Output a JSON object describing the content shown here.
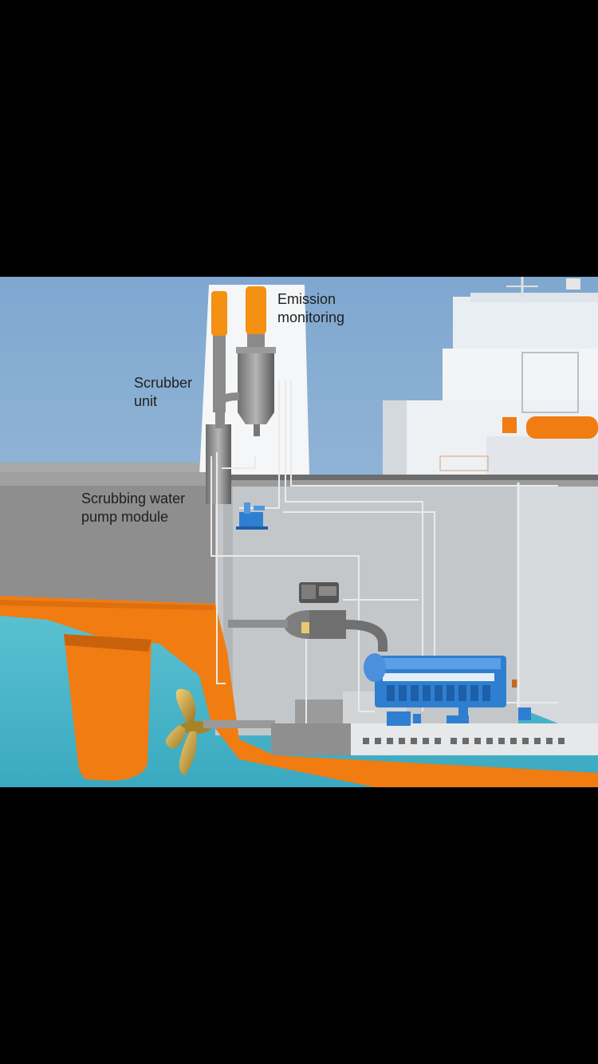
{
  "labels": {
    "emission": "Emission\nmonitoring",
    "scrubber": "Scrubber\nunit",
    "pump": "Scrubbing water\npump module"
  },
  "colors": {
    "sky": "#8fb4d6",
    "sea": "#4fb7c8",
    "hull_orange": "#f07c12",
    "hull_grey": "#8d8d8d",
    "engine_blue": "#2f7fd0",
    "pipe": "#e8e8e8",
    "background": "#000000"
  }
}
